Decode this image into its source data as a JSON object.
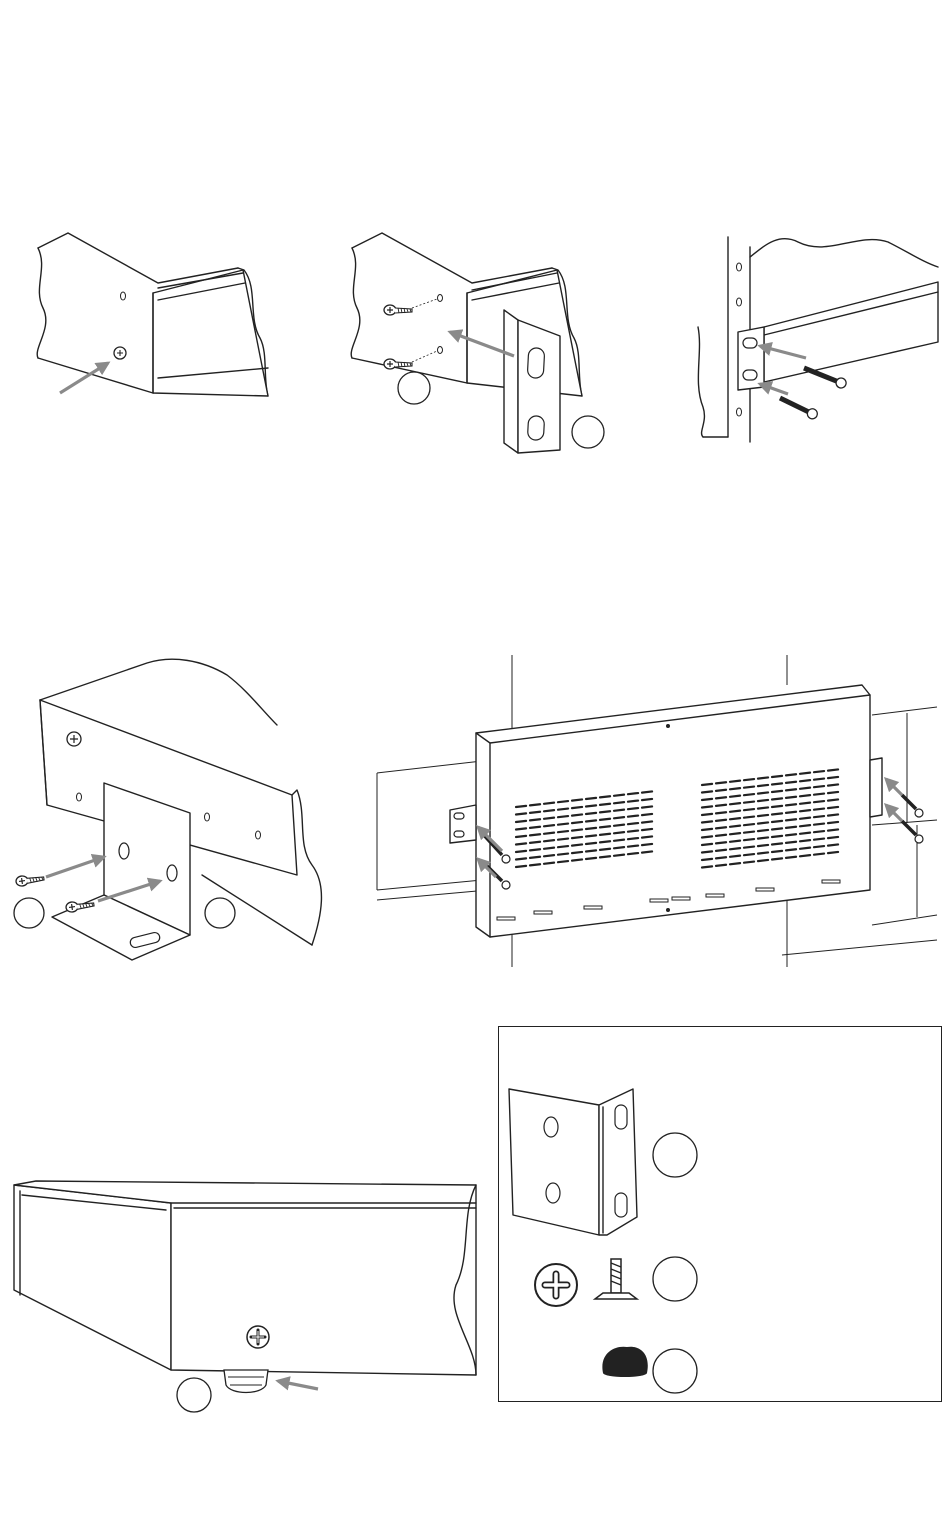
{
  "colors": {
    "line": "#222222",
    "arrow": "#8a8a8a",
    "background": "#ffffff",
    "foot": "#222222"
  },
  "steps": [
    {
      "id": "remove-side-screw",
      "callouts": []
    },
    {
      "id": "attach-bracket-side",
      "callouts": [
        "",
        ""
      ]
    },
    {
      "id": "mount-in-rack",
      "callouts": []
    },
    {
      "id": "attach-bracket-bottom",
      "callouts": [
        "",
        ""
      ]
    },
    {
      "id": "mount-on-wall",
      "callouts": []
    },
    {
      "id": "attach-feet",
      "callouts": [
        ""
      ]
    }
  ],
  "legend": {
    "items": [
      {
        "icon": "rack-bracket-icon",
        "callout": ""
      },
      {
        "icon": "phillips-screw-icon",
        "callout": ""
      },
      {
        "icon": "rubber-foot-icon",
        "callout": ""
      }
    ]
  }
}
